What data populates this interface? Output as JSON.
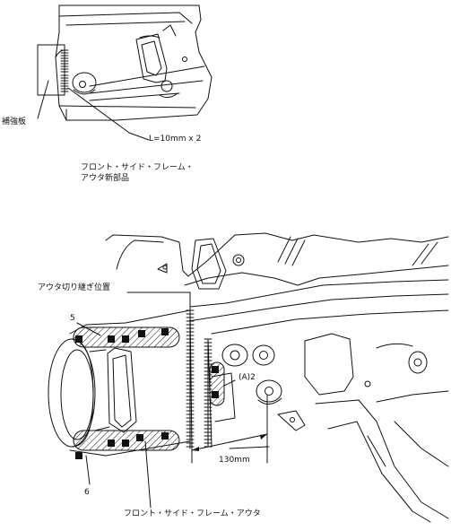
{
  "top_view": {
    "reinforcement_label": "補強板",
    "weld_length_label": "L=10mm x 2",
    "new_part_line1": "フロント・サイド・フレーム・",
    "new_part_line2": "アウタ新部品"
  },
  "bottom_view": {
    "cut_position_label": "アウタ切り継ぎ位置",
    "callout_5": "5",
    "callout_6": "6",
    "callout_a2": "(A)2",
    "dimension_label": "130mm",
    "frame_outer_label": "フロント・サイド・フレーム・アウタ"
  },
  "colors": {
    "line": "#111111",
    "background": "#ffffff",
    "weld_fill": "#111111"
  }
}
